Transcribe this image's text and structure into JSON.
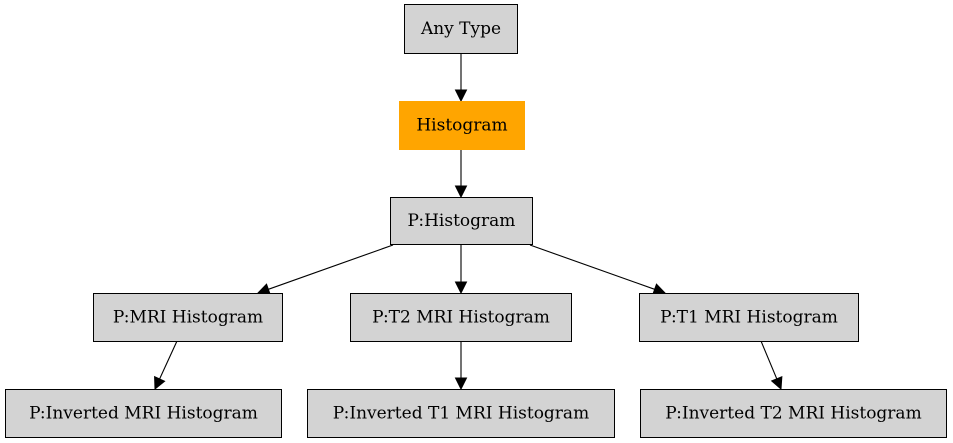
{
  "diagram": {
    "nodes": [
      {
        "id": "any_type",
        "label": "Any Type",
        "highlight": false
      },
      {
        "id": "histogram",
        "label": "Histogram",
        "highlight": true
      },
      {
        "id": "p_histogram",
        "label": "P:Histogram",
        "highlight": false
      },
      {
        "id": "p_mri_histogram",
        "label": "P:MRI Histogram",
        "highlight": false
      },
      {
        "id": "p_t2_mri_histogram",
        "label": "P:T2 MRI Histogram",
        "highlight": false
      },
      {
        "id": "p_t1_mri_histogram",
        "label": "P:T1 MRI Histogram",
        "highlight": false
      },
      {
        "id": "p_inverted_mri_histogram",
        "label": "P:Inverted MRI Histogram",
        "highlight": false
      },
      {
        "id": "p_inverted_t1_mri_histogram",
        "label": "P:Inverted T1 MRI Histogram",
        "highlight": false
      },
      {
        "id": "p_inverted_t2_mri_histogram",
        "label": "P:Inverted T2 MRI Histogram",
        "highlight": false
      }
    ],
    "edges": [
      {
        "from": "any_type",
        "to": "histogram"
      },
      {
        "from": "histogram",
        "to": "p_histogram"
      },
      {
        "from": "p_histogram",
        "to": "p_mri_histogram"
      },
      {
        "from": "p_histogram",
        "to": "p_t2_mri_histogram"
      },
      {
        "from": "p_histogram",
        "to": "p_t1_mri_histogram"
      },
      {
        "from": "p_mri_histogram",
        "to": "p_inverted_mri_histogram"
      },
      {
        "from": "p_t2_mri_histogram",
        "to": "p_inverted_t1_mri_histogram"
      },
      {
        "from": "p_t1_mri_histogram",
        "to": "p_inverted_t2_mri_histogram"
      }
    ],
    "colors": {
      "node_fill": "#d3d3d3",
      "highlight_fill": "#ffa500",
      "stroke": "#000000",
      "background": "#ffffff"
    }
  }
}
